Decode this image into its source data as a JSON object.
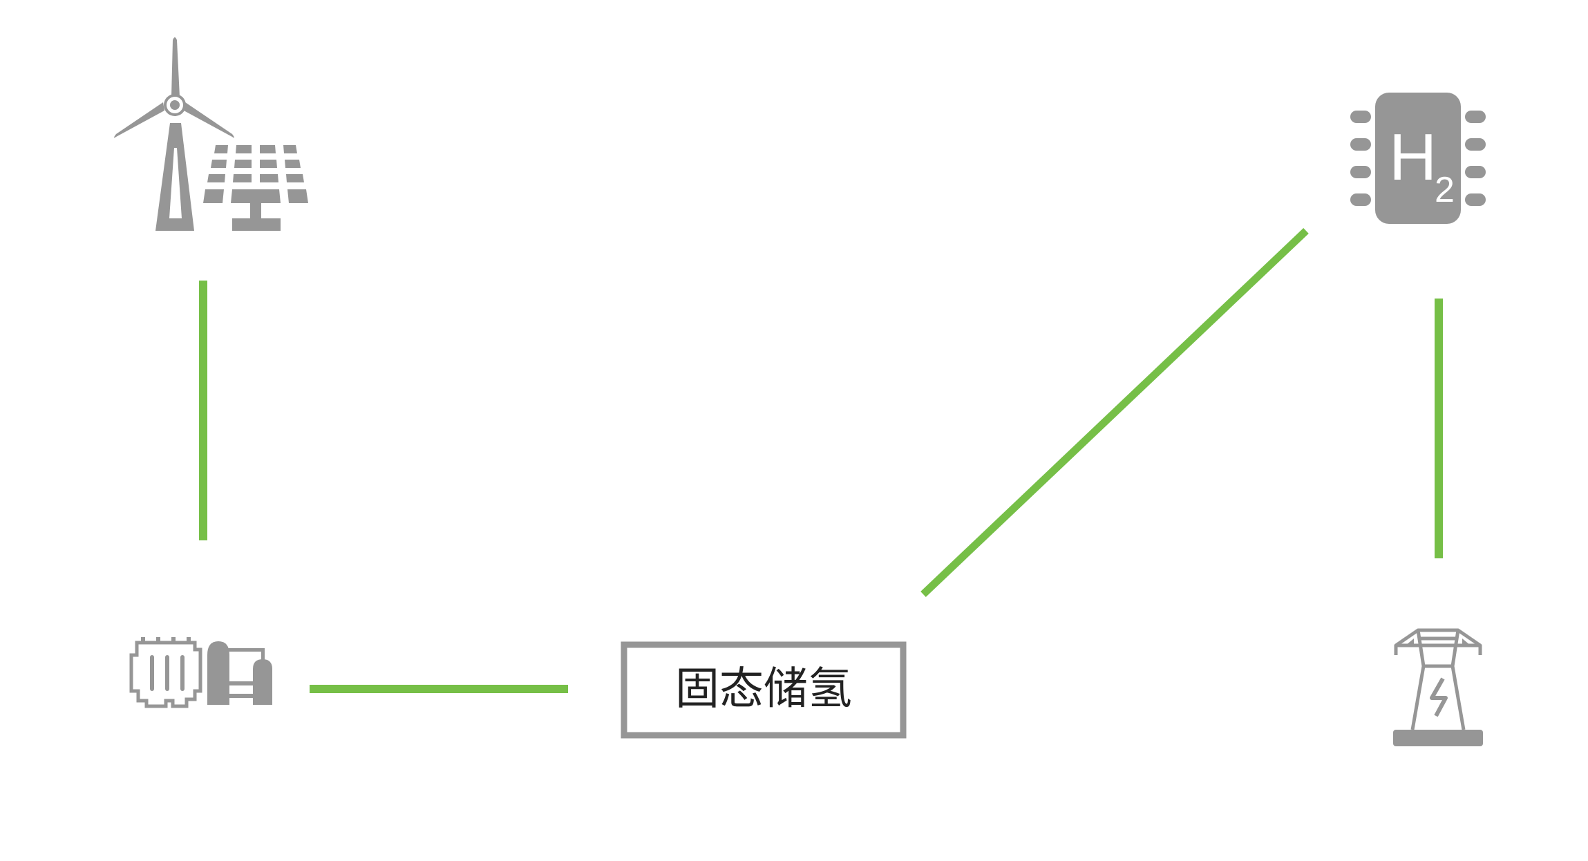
{
  "colors": {
    "icon": "#969696",
    "connector": "#76bf47",
    "box_border": "#969696",
    "text": "#222222",
    "background": "#ffffff"
  },
  "nodes": {
    "renewables": {
      "icon": "wind-turbine-solar-panel-icon"
    },
    "hydrogen": {
      "icon": "hydrogen-chip-icon",
      "label": "H",
      "subscript": "2"
    },
    "plant": {
      "icon": "electrolysis-plant-icon"
    },
    "storage": {
      "label": "固态储氢"
    },
    "grid": {
      "icon": "power-tower-icon"
    }
  },
  "connections": [
    {
      "from": "renewables",
      "to": "plant"
    },
    {
      "from": "plant",
      "to": "storage"
    },
    {
      "from": "storage",
      "to": "hydrogen"
    },
    {
      "from": "hydrogen",
      "to": "grid"
    }
  ]
}
